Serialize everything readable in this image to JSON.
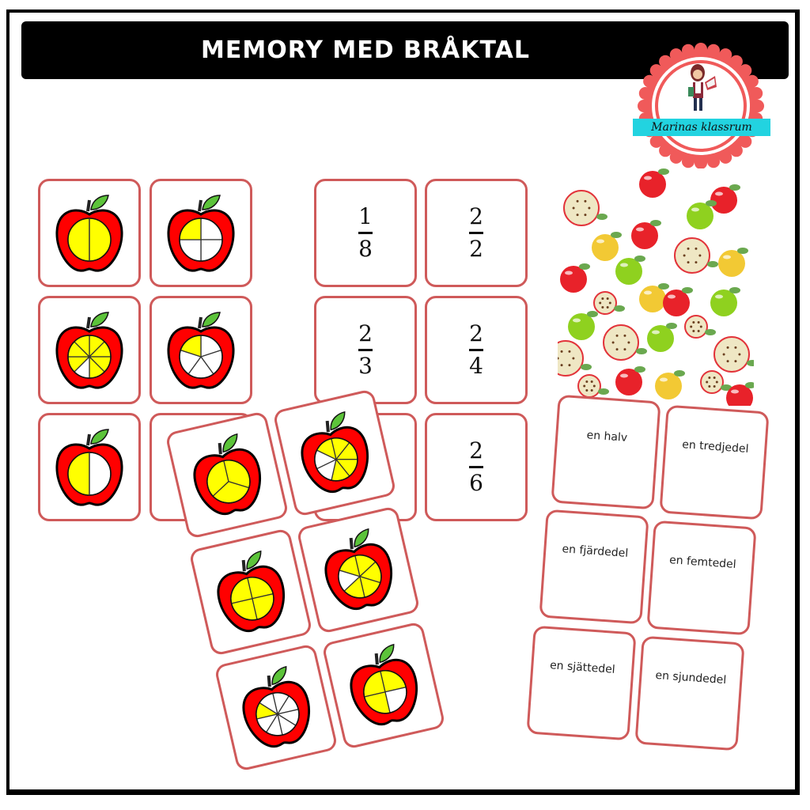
{
  "banner": {
    "title": "MEMORY MED BRÅKTAL"
  },
  "logo": {
    "text": "Marinas klassrum",
    "ring_color": "#f05a5a",
    "band_color": "#22d3e0"
  },
  "colors": {
    "card_border": "#cf5a5a",
    "apple_red": "#ff0000",
    "fill_yellow": "#ffff00",
    "leaf_green": "#5cc33a"
  },
  "apple_cards_grid": [
    {
      "slices": 2,
      "filled": 2,
      "label": "2/2"
    },
    {
      "slices": 4,
      "filled": 1,
      "label": "1/4"
    },
    {
      "slices": 8,
      "filled": 7,
      "label": "7/8"
    },
    {
      "slices": 5,
      "filled": 1,
      "label": "1/5"
    },
    {
      "slices": 2,
      "filled": 1,
      "label": "1/2"
    },
    {
      "slices": 0,
      "filled": 0,
      "label": "hidden"
    }
  ],
  "apple_cards_rotated": [
    {
      "slices": 3,
      "filled": 3,
      "label": "3/3"
    },
    {
      "slices": 7,
      "filled": 5,
      "label": "5/7"
    },
    {
      "slices": 4,
      "filled": 4,
      "label": "4/4"
    },
    {
      "slices": 6,
      "filled": 5,
      "label": "5/6"
    },
    {
      "slices": 8,
      "filled": 1,
      "label": "1/8"
    },
    {
      "slices": 4,
      "filled": 3,
      "label": "3/4"
    }
  ],
  "fraction_cards": [
    {
      "numerator": "1",
      "denominator": "8"
    },
    {
      "numerator": "2",
      "denominator": "2"
    },
    {
      "numerator": "2",
      "denominator": "3"
    },
    {
      "numerator": "2",
      "denominator": "4"
    },
    {
      "numerator": "",
      "denominator": ""
    },
    {
      "numerator": "2",
      "denominator": "6"
    }
  ],
  "word_cards": [
    {
      "text": "en halv"
    },
    {
      "text": "en tredjedel"
    },
    {
      "text": "en fjärdedel"
    },
    {
      "text": "en femtedel"
    },
    {
      "text": "en sjättedel"
    },
    {
      "text": "en sjundedel"
    }
  ],
  "pattern": {
    "description": "apple-pattern-card-back"
  }
}
